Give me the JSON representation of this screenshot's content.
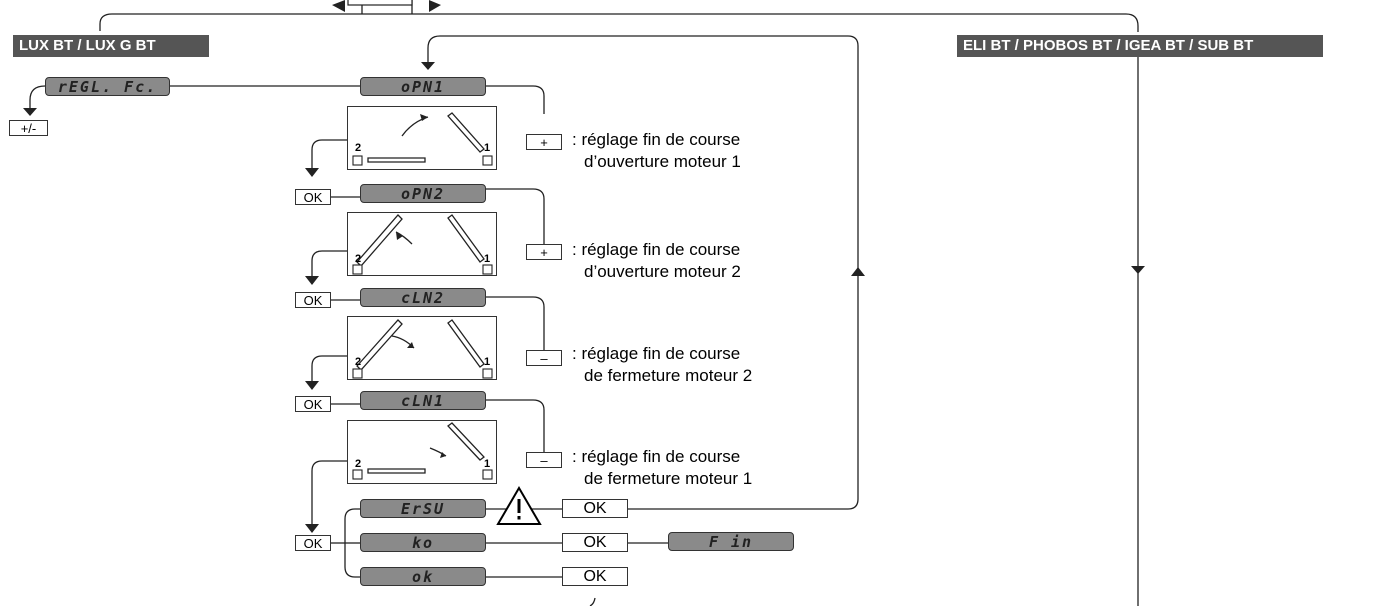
{
  "headers": {
    "left": "LUX BT / LUX G BT",
    "right": "ELI BT / PHOBOS BT / IGEA BT / SUB BT"
  },
  "displays": {
    "regl": "rEGL. Fc.",
    "opn1": "oPN1",
    "opn2": "oPN2",
    "cln2": "cLN2",
    "cln1": "cLN1",
    "ersu": "ErSU",
    "ko": "ko",
    "ok": "ok",
    "fin": "F in"
  },
  "buttons": {
    "plus_minus": "+/-",
    "plus": "+",
    "minus": "–",
    "ok": "OK"
  },
  "panel_labels": {
    "motor1": "1",
    "motor2": "2"
  },
  "steps": [
    {
      "line1": ": réglage fin de course",
      "line2": "d’ouverture moteur 1"
    },
    {
      "line1": ": réglage fin de course",
      "line2": "d’ouverture moteur 2"
    },
    {
      "line1": ": réglage fin de course",
      "line2": "de fermeture moteur 2"
    },
    {
      "line1": ": réglage fin de course",
      "line2": "de fermeture moteur 1"
    }
  ],
  "icons": [
    "warning-icon",
    "arrow-down-icon",
    "arrow-up-icon",
    "arrow-left-icon",
    "arrow-right-icon"
  ]
}
